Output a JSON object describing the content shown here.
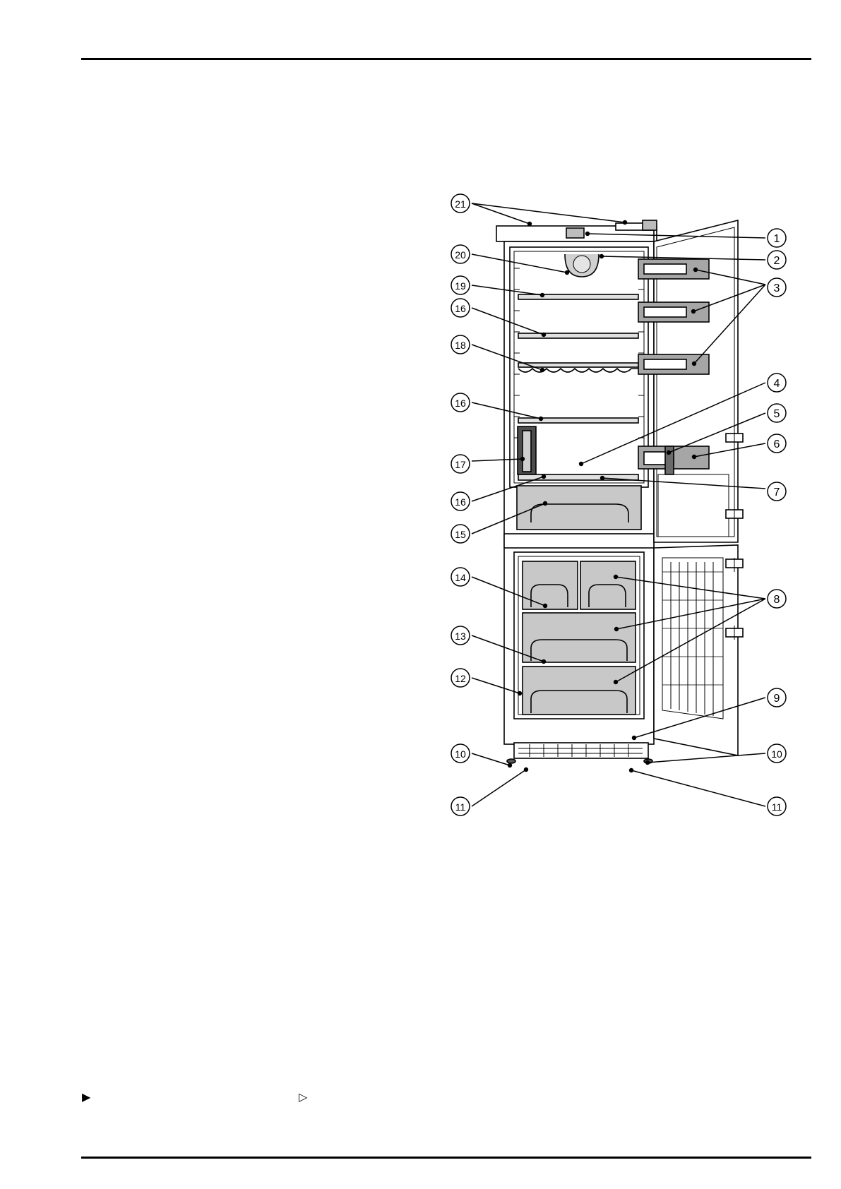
{
  "page": {
    "markers": {
      "filled": "▶",
      "outline": "▷"
    }
  },
  "callouts": [
    {
      "id": "c1",
      "label": "1"
    },
    {
      "id": "c2",
      "label": "2"
    },
    {
      "id": "c3",
      "label": "3"
    },
    {
      "id": "c4",
      "label": "4"
    },
    {
      "id": "c5",
      "label": "5"
    },
    {
      "id": "c6",
      "label": "6"
    },
    {
      "id": "c7",
      "label": "7"
    },
    {
      "id": "c8",
      "label": "8"
    },
    {
      "id": "c9",
      "label": "9"
    },
    {
      "id": "c10r",
      "label": "10"
    },
    {
      "id": "c11r",
      "label": "11"
    },
    {
      "id": "c21",
      "label": "21"
    },
    {
      "id": "c20",
      "label": "20"
    },
    {
      "id": "c19",
      "label": "19"
    },
    {
      "id": "c16a",
      "label": "16"
    },
    {
      "id": "c18",
      "label": "18"
    },
    {
      "id": "c16b",
      "label": "16"
    },
    {
      "id": "c17",
      "label": "17"
    },
    {
      "id": "c16c",
      "label": "16"
    },
    {
      "id": "c15",
      "label": "15"
    },
    {
      "id": "c14",
      "label": "14"
    },
    {
      "id": "c13",
      "label": "13"
    },
    {
      "id": "c12",
      "label": "12"
    },
    {
      "id": "c10l",
      "label": "10"
    },
    {
      "id": "c11l",
      "label": "11"
    }
  ],
  "colors": {
    "ink": "#000000",
    "panel": "#c8c8c8",
    "panel_dark": "#9a9a9a",
    "paper": "#ffffff"
  }
}
